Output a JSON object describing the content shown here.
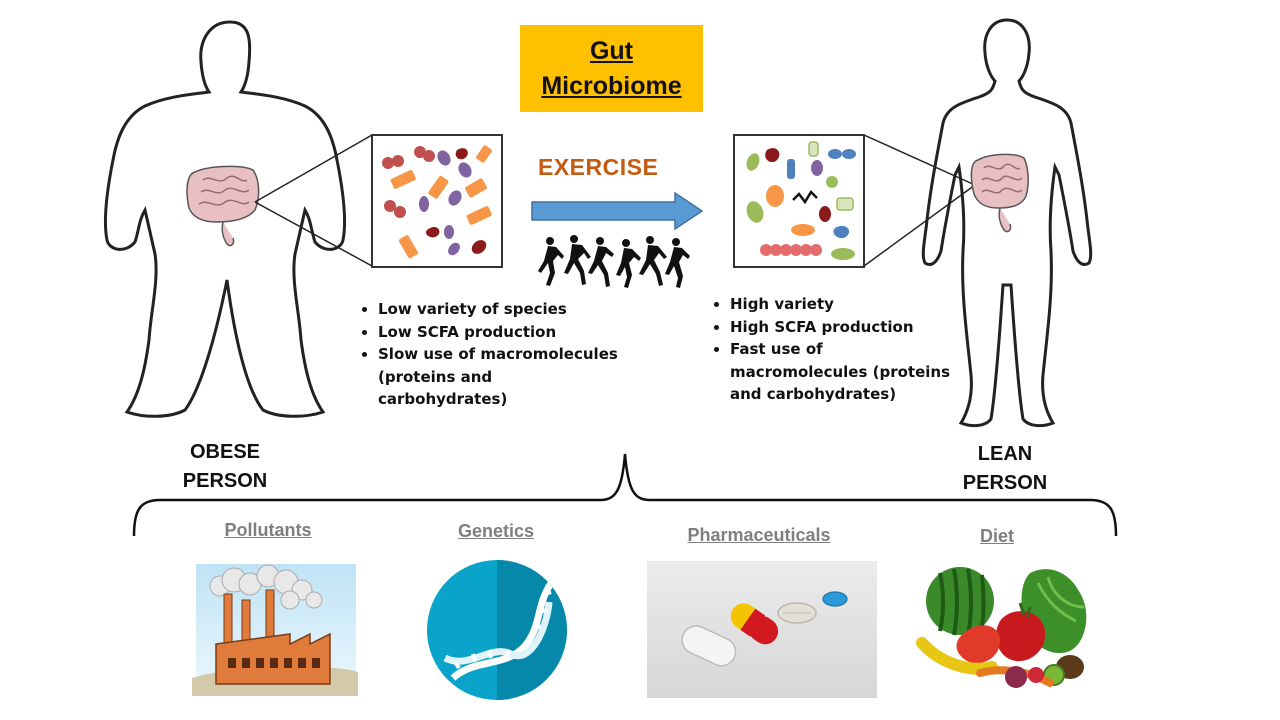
{
  "title": {
    "line1": "Gut",
    "line2": "Microbiome"
  },
  "exercise_label": "EXERCISE",
  "obese": {
    "label_line1": "OBESE",
    "label_line2": "PERSON",
    "bullets": [
      "Low variety of species",
      "Low SCFA production",
      "Slow use of macromolecules (proteins and carbohydrates)"
    ]
  },
  "lean": {
    "label_line1": "LEAN",
    "label_line2": "PERSON",
    "bullets": [
      "High variety",
      "High SCFA production",
      "Fast use of macromolecules (proteins and carbohydrates)"
    ]
  },
  "factors": {
    "pollutants": "Pollutants",
    "genetics": "Genetics",
    "pharmaceuticals": "Pharmaceuticals",
    "diet": "Diet"
  },
  "colors": {
    "title_bg": "#ffc000",
    "exercise_text": "#c55a11",
    "arrow": "#5b9bd5",
    "factor_text": "#7f7f7f"
  }
}
